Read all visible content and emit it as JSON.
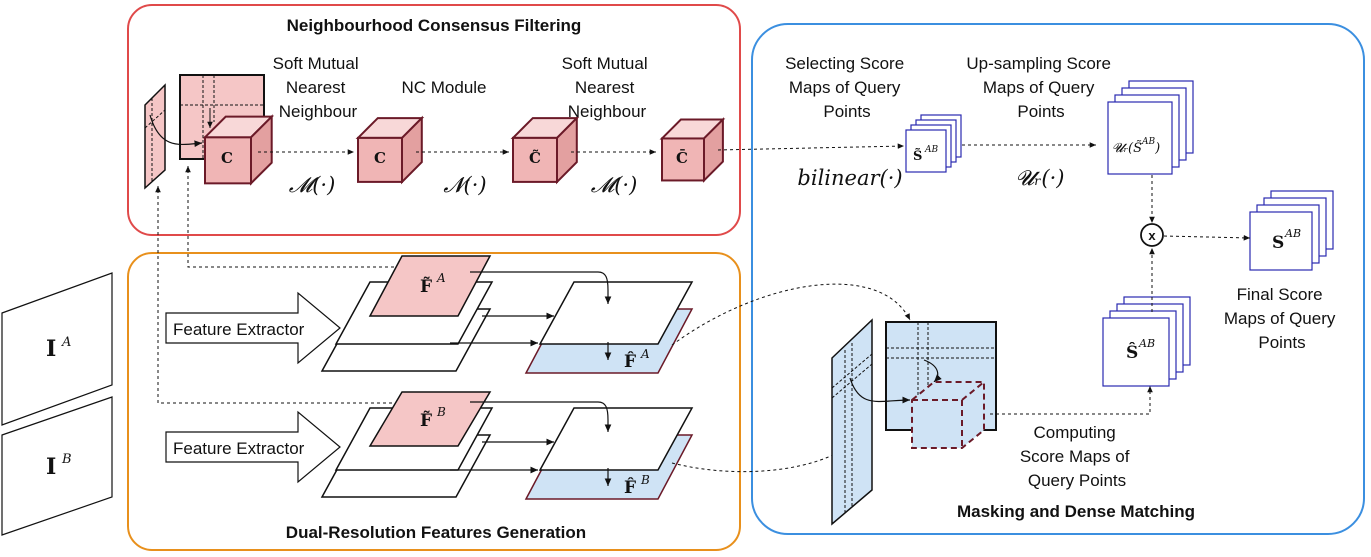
{
  "panels": {
    "nc_title": "Neighbourhood Consensus Filtering",
    "dual_title": "Dual-Resolution Features Generation",
    "mask_title": "Masking and Dense Matching"
  },
  "nc": {
    "soft_mutual_1": [
      "Soft Mutual",
      "Nearest",
      "Neighbour"
    ],
    "nc_module": "NC Module",
    "soft_mutual_2": [
      "Soft Mutual",
      "Nearest",
      "Neighbour"
    ],
    "m_op": "𝓜(·)",
    "n_op": "𝓝(·)",
    "cube_c": "C",
    "cube_c_tilde": "C̃",
    "cube_c_bar": "C̄"
  },
  "dual": {
    "extractor_label": "Feature Extractor",
    "fA_tilde": "F̃",
    "fA_sup": "A",
    "fA_hat": "F̂",
    "fB_tilde": "F̃",
    "fB_sup": "B",
    "fB_hat": "F̂"
  },
  "inputs": {
    "iA": "I",
    "iA_sup": "A",
    "iB": "I",
    "iB_sup": "B"
  },
  "matching": {
    "selecting": [
      "Selecting Score",
      "Maps of Query",
      "Points"
    ],
    "upsampling": [
      "Up-sampling Score",
      "Maps of Query",
      "Points"
    ],
    "bilinear": "bilinear(·)",
    "ur_op": "𝓤ᵣ(·)",
    "s_tilde": "S̃",
    "s_tilde_sup": "AB",
    "ur_s": "𝓤ᵣ(S̃",
    "ur_s_sup": "AB",
    "ur_s_close": ")",
    "s_hat": "Ŝ",
    "s_hat_sup": "AB",
    "s_final": "S",
    "s_final_sup": "AB",
    "multiply": "x",
    "final_label": [
      "Final Score",
      "Maps of Query",
      "Points"
    ],
    "computing": [
      "Computing",
      "Score Maps of",
      "Query Points"
    ]
  },
  "colors": {
    "red_border": "#e04a4a",
    "orange_border": "#e8901c",
    "blue_border": "#3b8fe0",
    "pink_fill": "#f5c6c6",
    "blue_fill": "#cfe3f5",
    "cube_front": "#f0b5b5",
    "cube_top": "#f8d8d8",
    "cube_side": "#e3a0a0",
    "cube_stroke": "#6b1a28",
    "stack_stroke": "#2a2ab0"
  }
}
